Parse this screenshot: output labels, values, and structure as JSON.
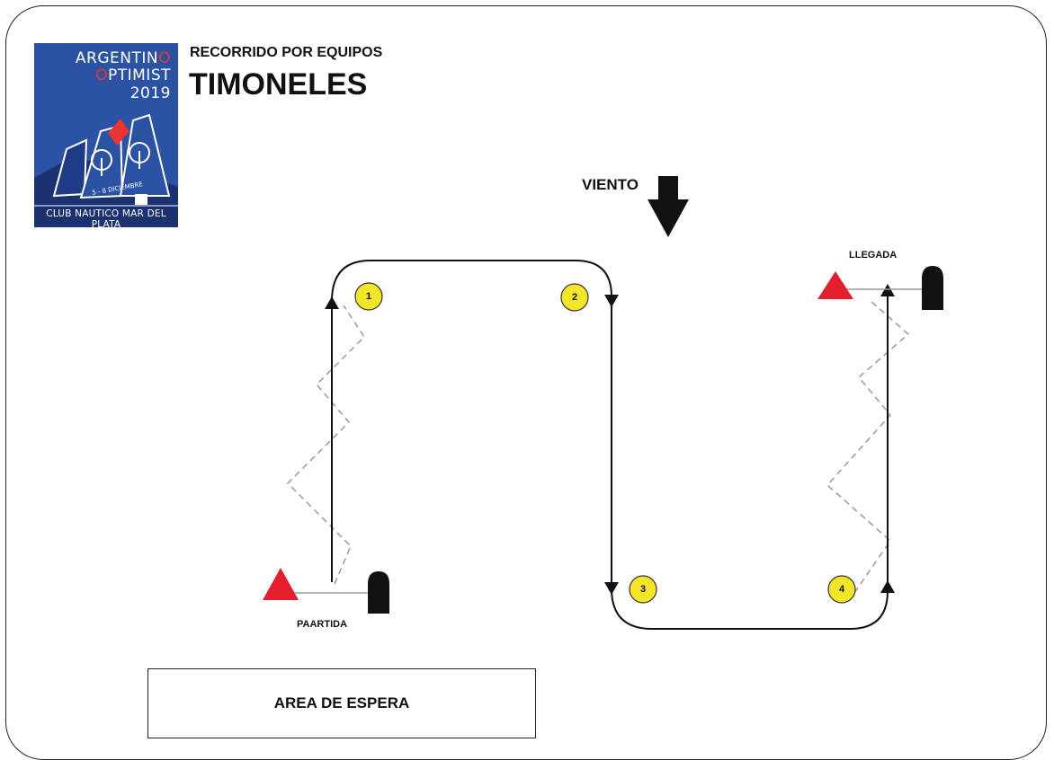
{
  "logo": {
    "line1_part1": "ARGENTIN",
    "line1_part2": "O",
    "line2_part1": "O",
    "line2_part2": "PTIMIST",
    "line3": "2019",
    "dates": "5 - 8  DICIEMBRE",
    "club": "CLUB NAUTICO MAR DEL PLATA",
    "colors": {
      "background": "#2b52a3",
      "accent": "#e8352f",
      "hill": "#1b3170"
    }
  },
  "header": {
    "subtitle": "RECORRIDO POR EQUIPOS",
    "title": "TIMONELES"
  },
  "wind": {
    "label": "VIENTO",
    "icon": "wind-direction-arrow-icon"
  },
  "course": {
    "marks": [
      {
        "number": "1"
      },
      {
        "number": "2"
      },
      {
        "number": "3"
      },
      {
        "number": "4"
      }
    ],
    "start_label": "PAARTIDA",
    "finish_label": "LLEGADA",
    "colors": {
      "mark": "#f5e52a",
      "flag": "#e31e2d",
      "boat": "#111111"
    }
  },
  "waiting_area": {
    "label": "AREA DE ESPERA"
  }
}
